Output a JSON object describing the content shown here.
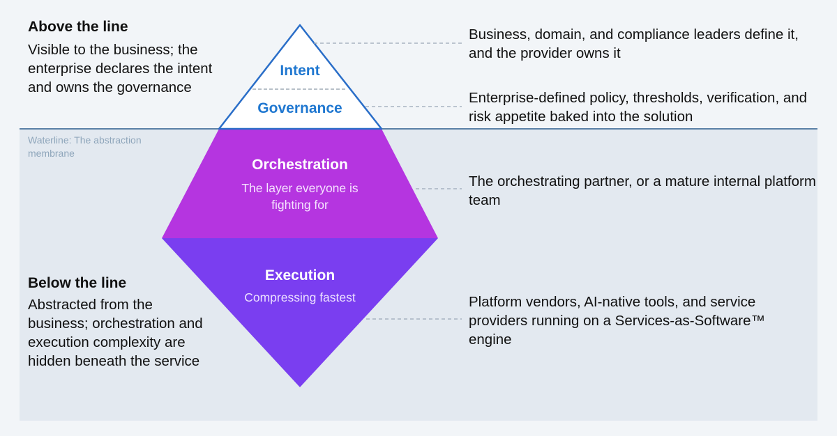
{
  "above": {
    "heading": "Above the line",
    "body": "Visible to the business; the enterprise declares the intent and owns the governance"
  },
  "waterline": {
    "label": "Waterline: The abstraction membrane"
  },
  "below": {
    "heading": "Below the line",
    "body": "Abstracted from the business; orchestration and execution complexity are hidden beneath the service"
  },
  "layers": {
    "intent": {
      "title": "Intent",
      "note": "Business, domain, and compliance leaders define it, and the provider owns it"
    },
    "governance": {
      "title": "Governance",
      "note": "Enterprise-defined policy, thresholds, verification, and risk appetite baked into the solution"
    },
    "orchestration": {
      "title": "Orchestration",
      "subtitle": "The layer everyone is fighting for",
      "note": "The orchestrating partner, or a mature internal platform team"
    },
    "execution": {
      "title": "Execution",
      "subtitle": "Compressing fastest",
      "note": "Platform vendors, AI-native tools, and service providers running on a Services-as-Software™ engine"
    }
  },
  "colors": {
    "accent_blue": "#1f77d0",
    "orchestration": "#b535e0",
    "execution": "#7a3ef0",
    "outline": "#2a6ec8",
    "waterline": "#5a80a6"
  }
}
